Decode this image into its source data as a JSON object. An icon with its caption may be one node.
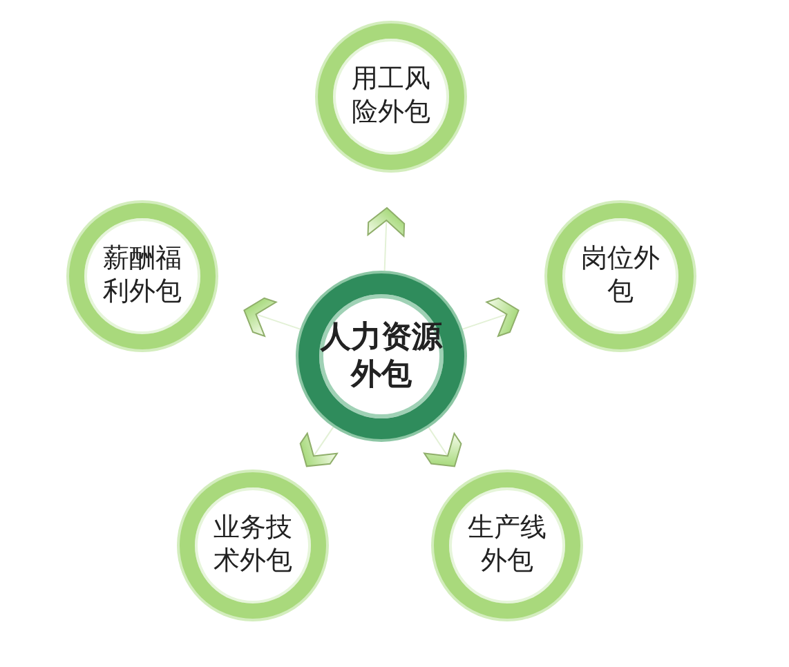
{
  "diagram": {
    "nodes": [
      {
        "text": [
          "用工风险外包"
        ]
      },
      {
        "text": [
          "薪酬福利外包"
        ]
      },
      {
        "text": [
          "岗位外包"
        ]
      },
      {
        "text": [
          "人力资源外包"
        ]
      },
      {
        "text": [
          "业务技术外包"
        ]
      },
      {
        "text": [
          "生产线外包"
        ]
      }
    ],
    "edges": [
      {
        "from": 3,
        "to": 0,
        "arrow": "to"
      },
      {
        "from": 3,
        "to": 1,
        "arrow": "to"
      },
      {
        "from": 3,
        "to": 2,
        "arrow": "to"
      },
      {
        "from": 3,
        "to": 4,
        "arrow": "to"
      },
      {
        "from": 3,
        "to": 5,
        "arrow": "to"
      }
    ]
  }
}
